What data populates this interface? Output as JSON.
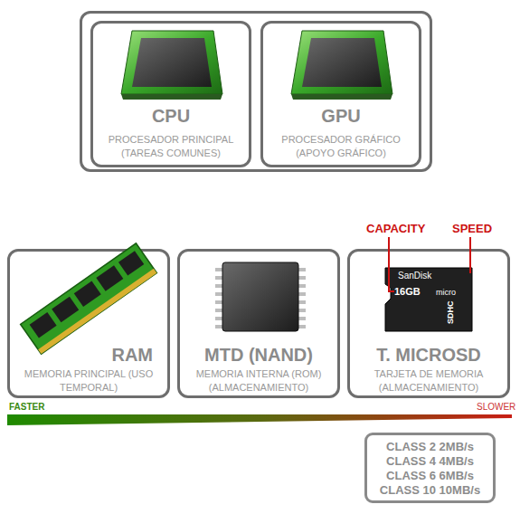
{
  "diagram": {
    "nodes": [
      {
        "text": []
      },
      {
        "text": [
          "CPU",
          "PROCESADOR PRINCIPAL (TAREAS COMUNES)"
        ],
        "in": 0
      },
      {
        "text": [
          "GPU",
          "PROCESADOR GRÁFICO (APOYO GRÁFICO)"
        ],
        "in": 0
      },
      {
        "text": [
          "RAM",
          "MEMORIA PRINCIPAL (USO TEMPORAL)"
        ]
      },
      {
        "text": [
          "MTD (NAND)",
          "MEMORIA INTERNA (ROM) (ALMACENAMIENTO)"
        ]
      },
      {
        "text": [
          "T. MICROSD",
          "TARJETA DE MEMORIA (ALMACENAMIENTO)"
        ]
      },
      {
        "text": [
          "CLASS 2 2MB/s",
          "CLASS 4 4MB/s",
          "CLASS 6 6MB/s",
          "CLASS 10 10MB/s"
        ]
      }
    ],
    "labels": [
      "CAPACITY",
      "SPEED",
      "SanDisk",
      "16GB",
      "micro",
      "SDHC",
      "FASTER",
      "SLOWER"
    ]
  }
}
